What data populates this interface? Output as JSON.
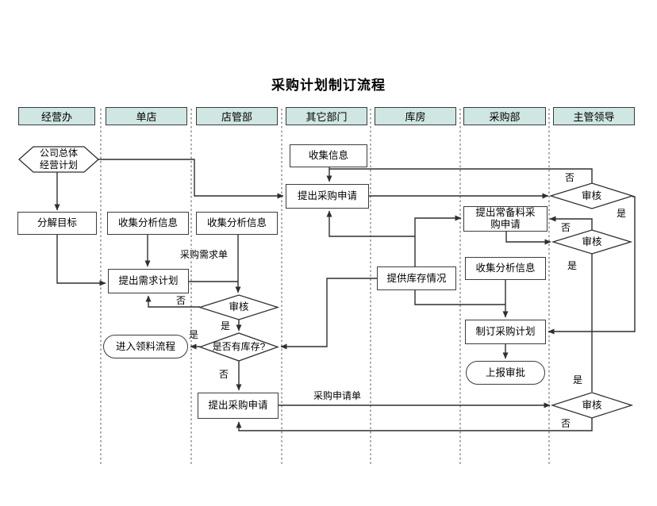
{
  "title": "采购计划制订流程",
  "lanes": [
    {
      "label": "经营办"
    },
    {
      "label": "单店"
    },
    {
      "label": "店管部"
    },
    {
      "label": "其它部门"
    },
    {
      "label": "库房"
    },
    {
      "label": "采购部"
    },
    {
      "label": "主管领导"
    }
  ],
  "nodes": {
    "company_plan": {
      "line1": "公司总体",
      "line2": "经营计划",
      "shape": "hexagon"
    },
    "decompose_goal": {
      "label": "分解目标",
      "shape": "rect"
    },
    "collect_analyze_store": {
      "label": "收集分析信息",
      "shape": "rect"
    },
    "collect_analyze_dept": {
      "label": "收集分析信息",
      "shape": "rect"
    },
    "demand_plan": {
      "label": "提出需求计划",
      "shape": "rect"
    },
    "audit_dept": {
      "label": "审核",
      "shape": "diamond"
    },
    "has_stock": {
      "label": "是否有库存?",
      "shape": "diamond"
    },
    "picking_flow": {
      "label": "进入领料流程",
      "shape": "stadium"
    },
    "purchase_request_dept": {
      "label": "提出采购申请",
      "shape": "rect"
    },
    "collect_info": {
      "label": "收集信息",
      "shape": "rect"
    },
    "purchase_request_other": {
      "label": "提出采购申请",
      "shape": "rect"
    },
    "stock_status": {
      "label": "提供库存情况",
      "shape": "rect"
    },
    "regular_purchase_request": {
      "line1": "提出常备料采",
      "line2": "购申请",
      "shape": "rect"
    },
    "collect_analyze_purchasing": {
      "label": "收集分析信息",
      "shape": "rect"
    },
    "make_purchase_plan": {
      "label": "制订采购计划",
      "shape": "rect"
    },
    "submit_approval": {
      "label": "上报审批",
      "shape": "stadium"
    },
    "audit_top": {
      "label": "审核",
      "shape": "diamond"
    },
    "audit_mid": {
      "label": "审核",
      "shape": "diamond"
    },
    "audit_bottom": {
      "label": "审核",
      "shape": "diamond"
    }
  },
  "edge_labels": {
    "yes": "是",
    "no": "否",
    "demand_doc": "采购需求单",
    "request_doc": "采购申请单"
  },
  "colors": {
    "lane_header_fill": "#cfe6e2",
    "line": "#2f2f2f",
    "dashed_divider": "#7d7d7d"
  }
}
